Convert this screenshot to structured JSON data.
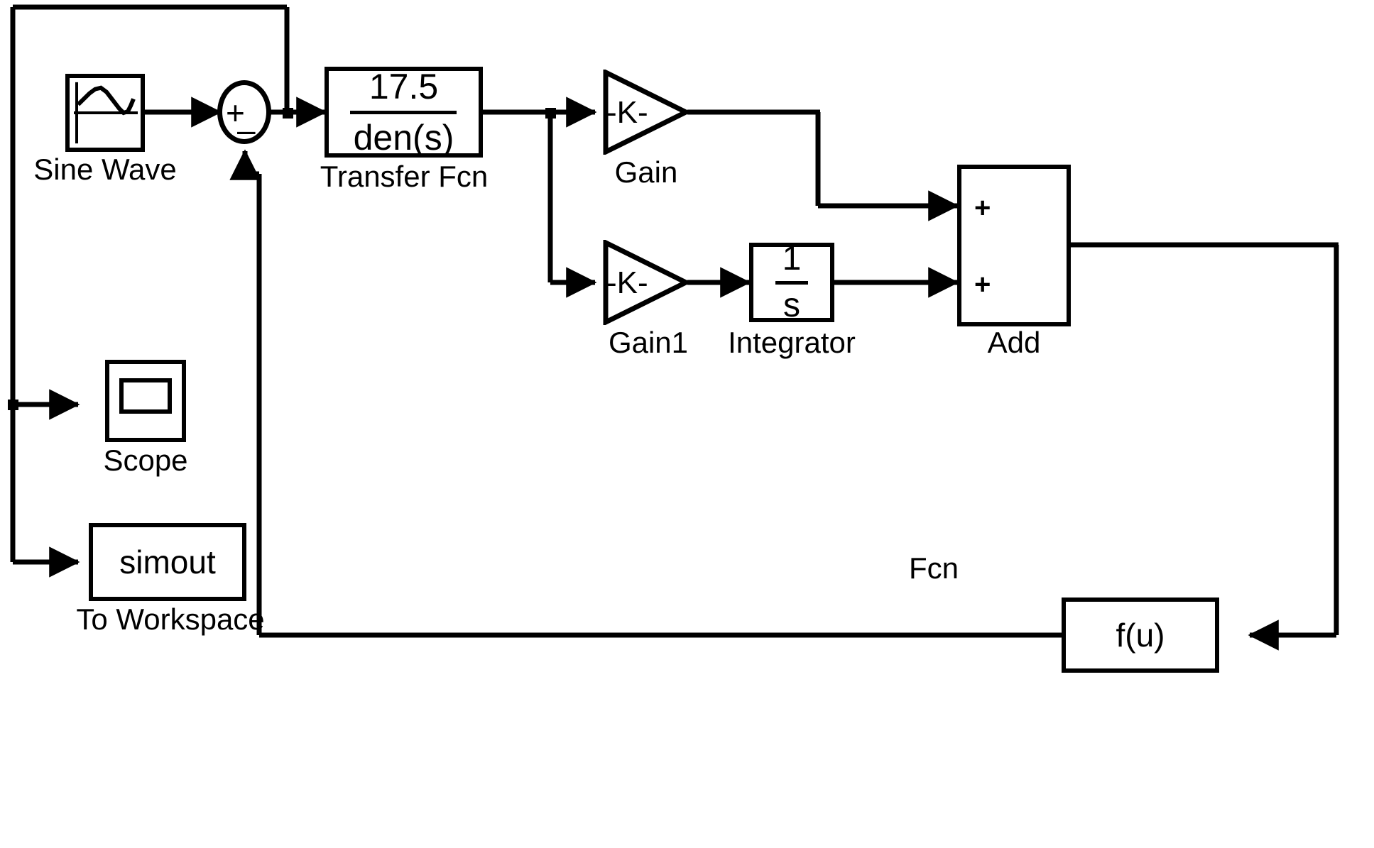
{
  "diagram": {
    "title": "Simulink Block Diagram",
    "background_color": "#ffffff",
    "line_color": "#000000"
  },
  "blocks": {
    "sine_wave": {
      "label": "Sine Wave",
      "icon": "sine-wave-icon"
    },
    "sum": {
      "label": "",
      "plus_sign": "+",
      "minus_sign": "–"
    },
    "transfer_fcn": {
      "label": "Transfer Fcn",
      "numerator": "17.5",
      "denominator": "den(s)"
    },
    "gain": {
      "label": "Gain",
      "value": "-K-"
    },
    "gain1": {
      "label": "Gain1",
      "value": "-K-"
    },
    "integrator": {
      "label": "Integrator",
      "numerator": "1",
      "denominator": "s"
    },
    "add": {
      "label": "Add",
      "input1_sign": "+",
      "input2_sign": "+"
    },
    "fcn": {
      "label": "Fcn",
      "expression": "f(u)"
    },
    "scope": {
      "label": "Scope",
      "icon": "scope-icon"
    },
    "to_workspace": {
      "label": "To Workspace",
      "variable": "simout"
    }
  }
}
